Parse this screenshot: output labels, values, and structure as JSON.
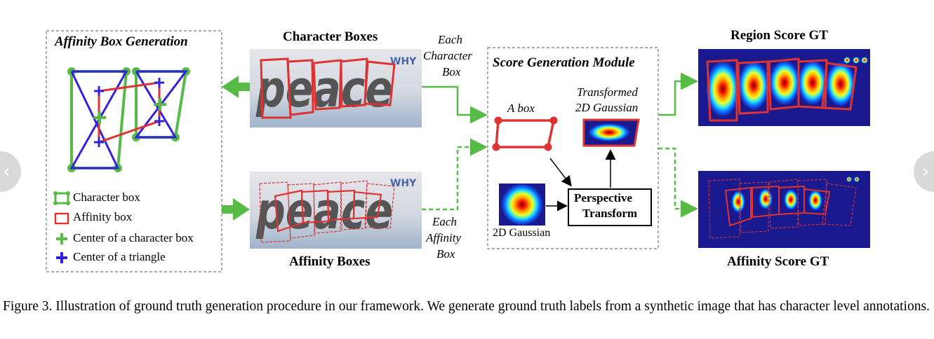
{
  "affinity_panel": {
    "title": "Affinity Box Generation",
    "legend": [
      {
        "label": "Character box",
        "color": "#55bb44"
      },
      {
        "label": "Affinity box",
        "color": "#dd3333"
      },
      {
        "label": "Center of a character box",
        "color": "#55bb44"
      },
      {
        "label": "Center of a triangle",
        "color": "#3322dd"
      }
    ]
  },
  "character_boxes": {
    "title": "Character Boxes",
    "word": "peace",
    "watermark": "WHY"
  },
  "affinity_boxes": {
    "title": "Affinity Boxes",
    "word": "peace",
    "watermark": "WHY"
  },
  "each_character_box": [
    "Each",
    "Character",
    "Box"
  ],
  "each_affinity_box": [
    "Each",
    "Affinity",
    "Box"
  ],
  "score_module": {
    "title": "Score Generation Module",
    "a_box": "A box",
    "transformed_gaussian": [
      "Transformed",
      "2D Gaussian"
    ],
    "perspective_transform": [
      "Perspective",
      "Transform"
    ],
    "gaussian_2d": "2D Gaussian"
  },
  "region_score": {
    "title": "Region Score GT"
  },
  "affinity_score": {
    "title": "Affinity Score GT"
  },
  "caption": "Figure 3. Illustration of ground truth generation procedure in our framework. We generate ground truth labels from a synthetic image that has character level annotations.",
  "colors": {
    "green": "#55bb44",
    "red": "#dd3333",
    "blue": "#3322dd",
    "heatmap_bg": "#1a1a8e"
  }
}
